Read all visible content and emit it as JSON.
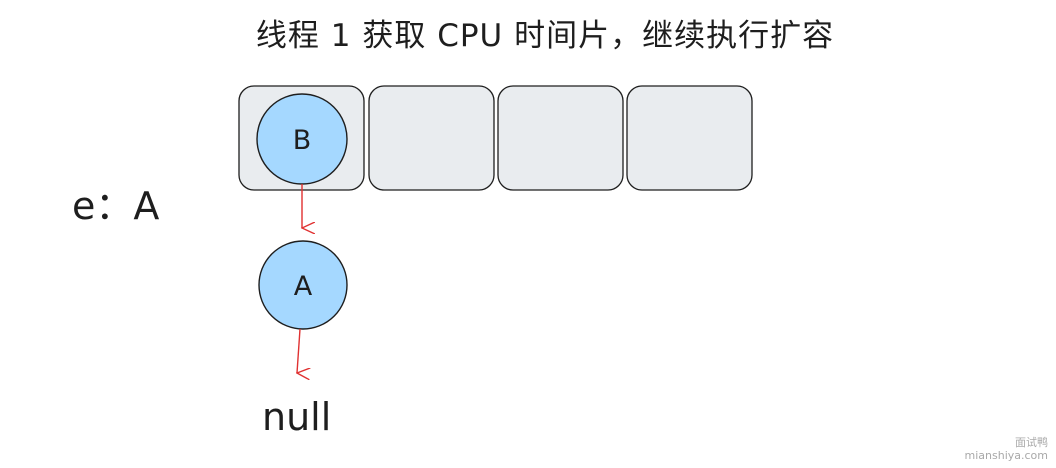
{
  "title": "线程 1 获取 CPU 时间片，继续执行扩容",
  "variable": {
    "name": "e",
    "separator": "：",
    "value": "A"
  },
  "table": {
    "bucket_count": 4,
    "bucket_fill": "#e9ecef",
    "bucket_stroke": "#1e1e1e"
  },
  "nodes": [
    {
      "label": "B",
      "fill": "#a5d8ff"
    },
    {
      "label": "A",
      "fill": "#a5d8ff"
    }
  ],
  "terminal": "null",
  "arrow_color": "#e03131",
  "watermark": {
    "line1": "面试鸭",
    "line2": "mianshiya.com"
  }
}
